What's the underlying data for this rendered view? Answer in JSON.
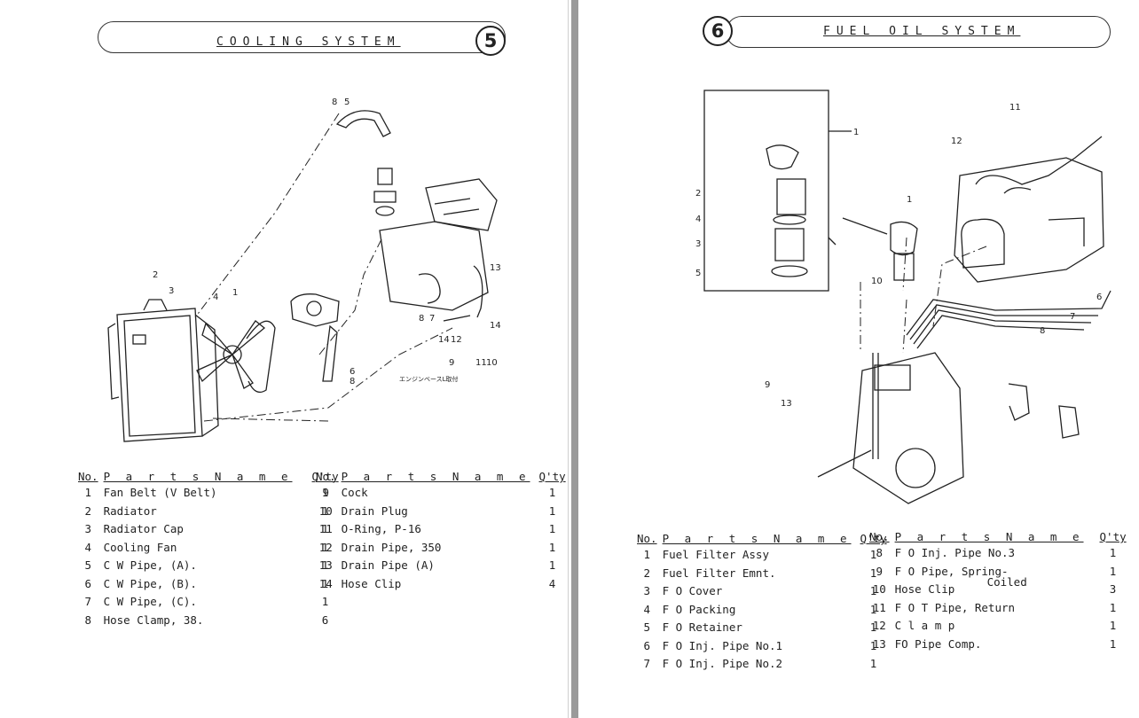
{
  "left_page": {
    "title": "COOLING SYSTEM",
    "section_number": "5",
    "callouts": [
      "8",
      "5",
      "2",
      "3",
      "4",
      "1",
      "13",
      "14",
      "8",
      "7",
      "14",
      "12",
      "9",
      "11",
      "10",
      "6",
      "8"
    ],
    "note_jp": "エンジンベースL取付",
    "table_headers": {
      "no": "No.",
      "name": "P a r t s  N a m e",
      "qty": "Q'ty"
    },
    "parts_col1": [
      {
        "no": "1",
        "name": "Fan Belt (V Belt)",
        "qty": "1"
      },
      {
        "no": "2",
        "name": "Radiator",
        "qty": "1"
      },
      {
        "no": "3",
        "name": "Radiator Cap",
        "qty": "1"
      },
      {
        "no": "4",
        "name": "Cooling Fan",
        "qty": "1"
      },
      {
        "no": "5",
        "name": "C W Pipe, (A).",
        "qty": "1"
      },
      {
        "no": "6",
        "name": "C W Pipe, (B).",
        "qty": "1"
      },
      {
        "no": "7",
        "name": "C W Pipe, (C).",
        "qty": "1"
      },
      {
        "no": "8",
        "name": "Hose Clamp, 38.",
        "qty": "6"
      }
    ],
    "parts_col2": [
      {
        "no": "9",
        "name": "Cock",
        "qty": "1"
      },
      {
        "no": "10",
        "name": "Drain Plug",
        "qty": "1"
      },
      {
        "no": "11",
        "name": "O-Ring, P-16",
        "qty": "1"
      },
      {
        "no": "12",
        "name": "Drain Pipe, 350",
        "qty": "1"
      },
      {
        "no": "13",
        "name": "Drain Pipe (A)",
        "qty": "1"
      },
      {
        "no": "14",
        "name": "Hose Clip",
        "qty": "4"
      }
    ]
  },
  "right_page": {
    "title": "FUEL OIL SYSTEM",
    "section_number": "6",
    "callouts": [
      "11",
      "12",
      "1",
      "2",
      "4",
      "3",
      "5",
      "10",
      "1",
      "6",
      "7",
      "8",
      "9",
      "13"
    ],
    "table_headers": {
      "no": "No.",
      "name": "P a r t s  N a m e",
      "qty": "Q'ty"
    },
    "parts_col1": [
      {
        "no": "1",
        "name": "Fuel Filter Assy",
        "qty": "1"
      },
      {
        "no": "2",
        "name": "Fuel Filter Emnt.",
        "qty": "1"
      },
      {
        "no": "3",
        "name": "F O Cover",
        "qty": "1"
      },
      {
        "no": "4",
        "name": "F O Packing",
        "qty": "1"
      },
      {
        "no": "5",
        "name": "F O Retainer",
        "qty": "1"
      },
      {
        "no": "6",
        "name": "F O Inj. Pipe No.1",
        "qty": "1"
      },
      {
        "no": "7",
        "name": "F O Inj. Pipe No.2",
        "qty": "1"
      }
    ],
    "parts_col2": [
      {
        "no": "8",
        "name": "F O Inj. Pipe No.3",
        "qty": "1"
      },
      {
        "no": "9",
        "name": "F O Pipe, Spring-",
        "name2": "Coiled",
        "qty": "1"
      },
      {
        "no": "10",
        "name": "Hose Clip",
        "qty": "3"
      },
      {
        "no": "11",
        "name": "F O T Pipe, Return",
        "qty": "1"
      },
      {
        "no": "12",
        "name": "C l a m p",
        "qty": "1"
      },
      {
        "no": "13",
        "name": "FO Pipe Comp.",
        "qty": "1"
      }
    ]
  }
}
